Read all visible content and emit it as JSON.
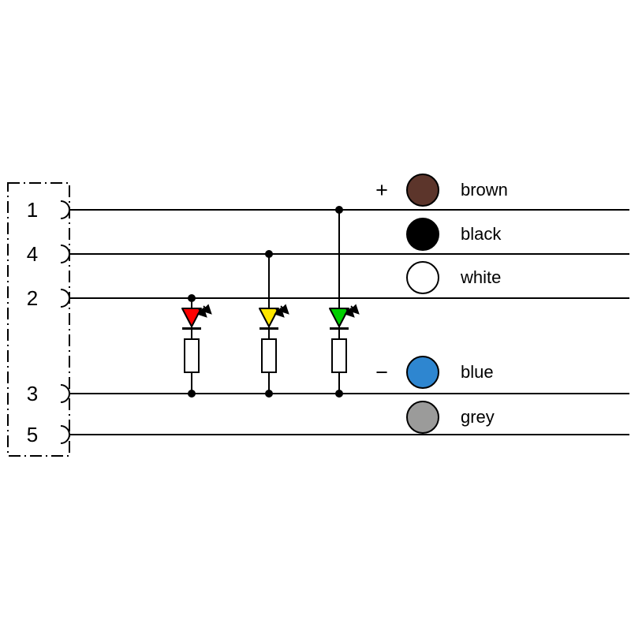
{
  "connector": {
    "pins": [
      {
        "label": "1"
      },
      {
        "label": "4"
      },
      {
        "label": "2"
      },
      {
        "label": "3"
      },
      {
        "label": "5"
      }
    ]
  },
  "wires": [
    {
      "pin": "1",
      "polarity": "+",
      "color_name": "brown",
      "color": "#5C352B"
    },
    {
      "pin": "4",
      "polarity": "",
      "color_name": "black",
      "color": "#000000"
    },
    {
      "pin": "2",
      "polarity": "",
      "color_name": "white",
      "color": "#FFFFFF"
    },
    {
      "pin": "3",
      "polarity": "−",
      "color_name": "blue",
      "color": "#2E86D0"
    },
    {
      "pin": "5",
      "polarity": "",
      "color_name": "grey",
      "color": "#9B9B9A"
    }
  ],
  "leds": [
    {
      "name": "red-led",
      "color": "#FF0000",
      "from_pin": "2",
      "to_pin": "3"
    },
    {
      "name": "yellow-led",
      "color": "#FFE600",
      "from_pin": "4",
      "to_pin": "3"
    },
    {
      "name": "green-led",
      "color": "#00CF00",
      "from_pin": "1",
      "to_pin": "3"
    }
  ],
  "colors": {
    "line": "#000000",
    "background": "#FFFFFF",
    "resistor_fill": "#FFFFFF"
  }
}
